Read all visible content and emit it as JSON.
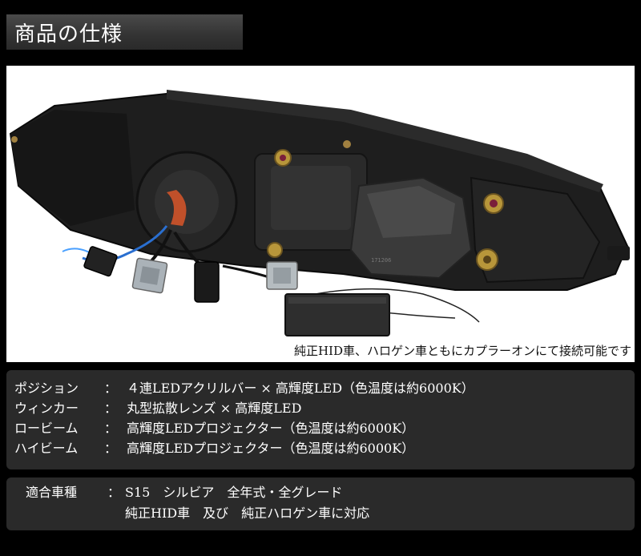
{
  "header": {
    "title": "商品の仕様"
  },
  "photo": {
    "caption": "純正HID車、ハロゲン車ともにカプラーオンにて接続可能です",
    "stamp": "171206"
  },
  "specs": [
    {
      "label": "ポジション",
      "sep": "：",
      "value": "４連LEDアクリルバー × 高輝度LED（色温度は約6000K）"
    },
    {
      "label": "ウィンカー",
      "sep": "：",
      "value": "丸型拡散レンズ × 高輝度LED"
    },
    {
      "label": "ロービーム",
      "sep": "：",
      "value": "高輝度LEDプロジェクター（色温度は約6000K）"
    },
    {
      "label": "ハイビーム",
      "sep": "：",
      "value": "高輝度LEDプロジェクター（色温度は約6000K）"
    }
  ],
  "compat": {
    "label": "適合車種",
    "sep": "：",
    "line1": "S15　シルビア　全年式・全グレード",
    "line2": "純正HID車　及び　純正ハロゲン車に対応"
  },
  "colors": {
    "background": "#000000",
    "panel": "#2a2a2a",
    "title_bg": "#3a3a3a"
  }
}
